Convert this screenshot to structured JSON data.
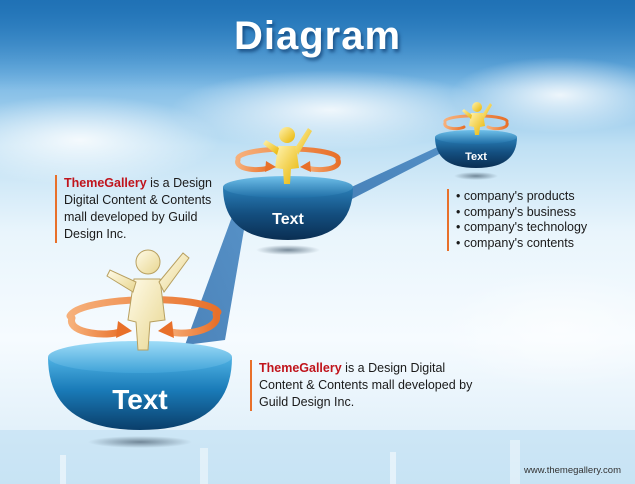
{
  "title": "Diagram",
  "steps": [
    {
      "label": "Text"
    },
    {
      "label": "Text"
    },
    {
      "label": "Text"
    }
  ],
  "note_left": {
    "brand": "ThemeGallery",
    "text": " is a Design Digital Content & Contents mall developed by Guild Design Inc."
  },
  "note_bottom": {
    "brand": "ThemeGallery",
    "text": " is a Design Digital Content & Contents mall developed by Guild Design Inc."
  },
  "bullets": [
    "company's products",
    "company's business",
    "company's technology",
    "company's contents"
  ],
  "footer": "www.themegallery.com",
  "colors": {
    "accent": "#e8702a",
    "brand": "#c0141c",
    "bowl": "#1a7bb8",
    "figure": "#e8b400"
  }
}
